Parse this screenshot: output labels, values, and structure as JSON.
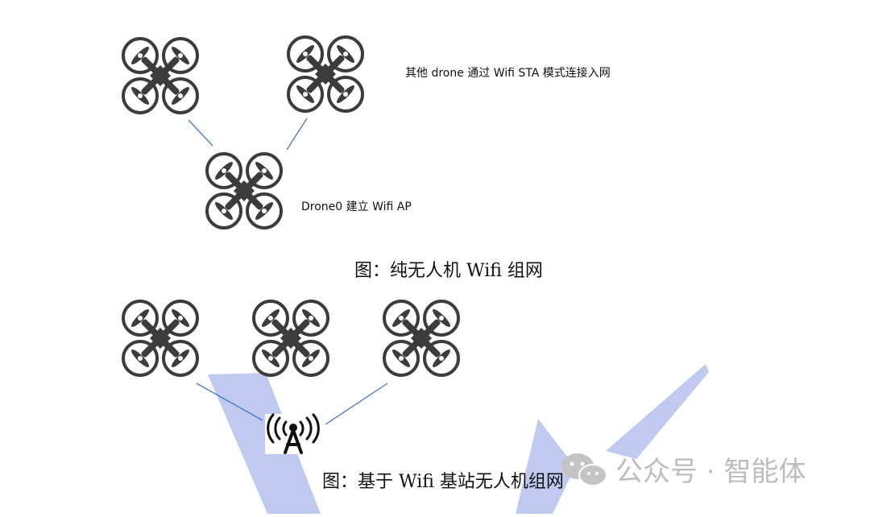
{
  "top_diagram": {
    "sta_label": "其他 drone 通过 Wifi STA 模式连接入网",
    "ap_label": "Drone0 建立 Wifi AP",
    "caption": "图：纯无人机 Wifi 组网"
  },
  "bottom_diagram": {
    "caption": "图：基于 Wifi 基站无人机组网"
  },
  "watermark": {
    "text": "公众号 · 智能体",
    "icon": "wechat-icon"
  },
  "colors": {
    "link_line": "#4a72c4",
    "drone": "#3c3c3c",
    "watermark_shape": "#b9c4ee",
    "watermark_text": "#bdbdbd"
  }
}
